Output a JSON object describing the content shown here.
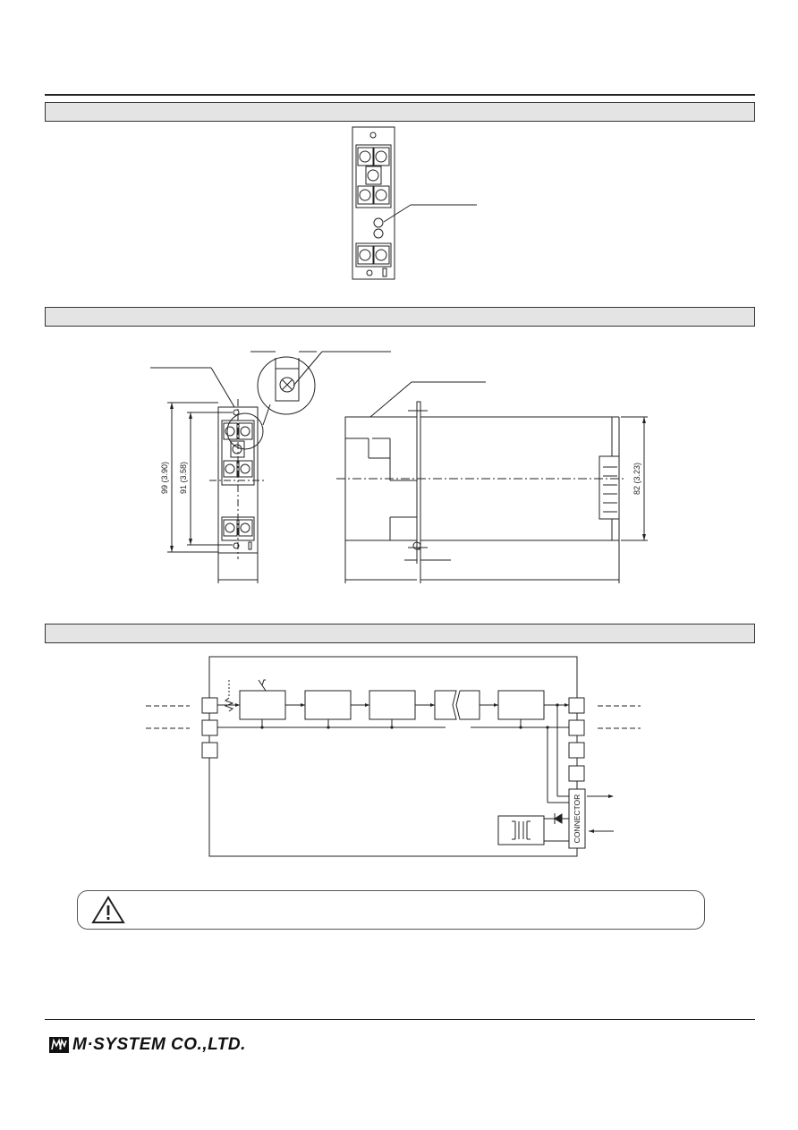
{
  "dimensions": {
    "height_mm_in": "99 (3.90)",
    "pitch_mm_in": "91 (3.58)",
    "depth_mm_in": "82 (3.23)"
  },
  "block_diagram": {
    "connector_label": "CONNECTOR"
  },
  "caution": {
    "icon": "warning-triangle-icon",
    "text": ""
  },
  "footer": {
    "company": "M·SYSTEM CO.,LTD."
  }
}
